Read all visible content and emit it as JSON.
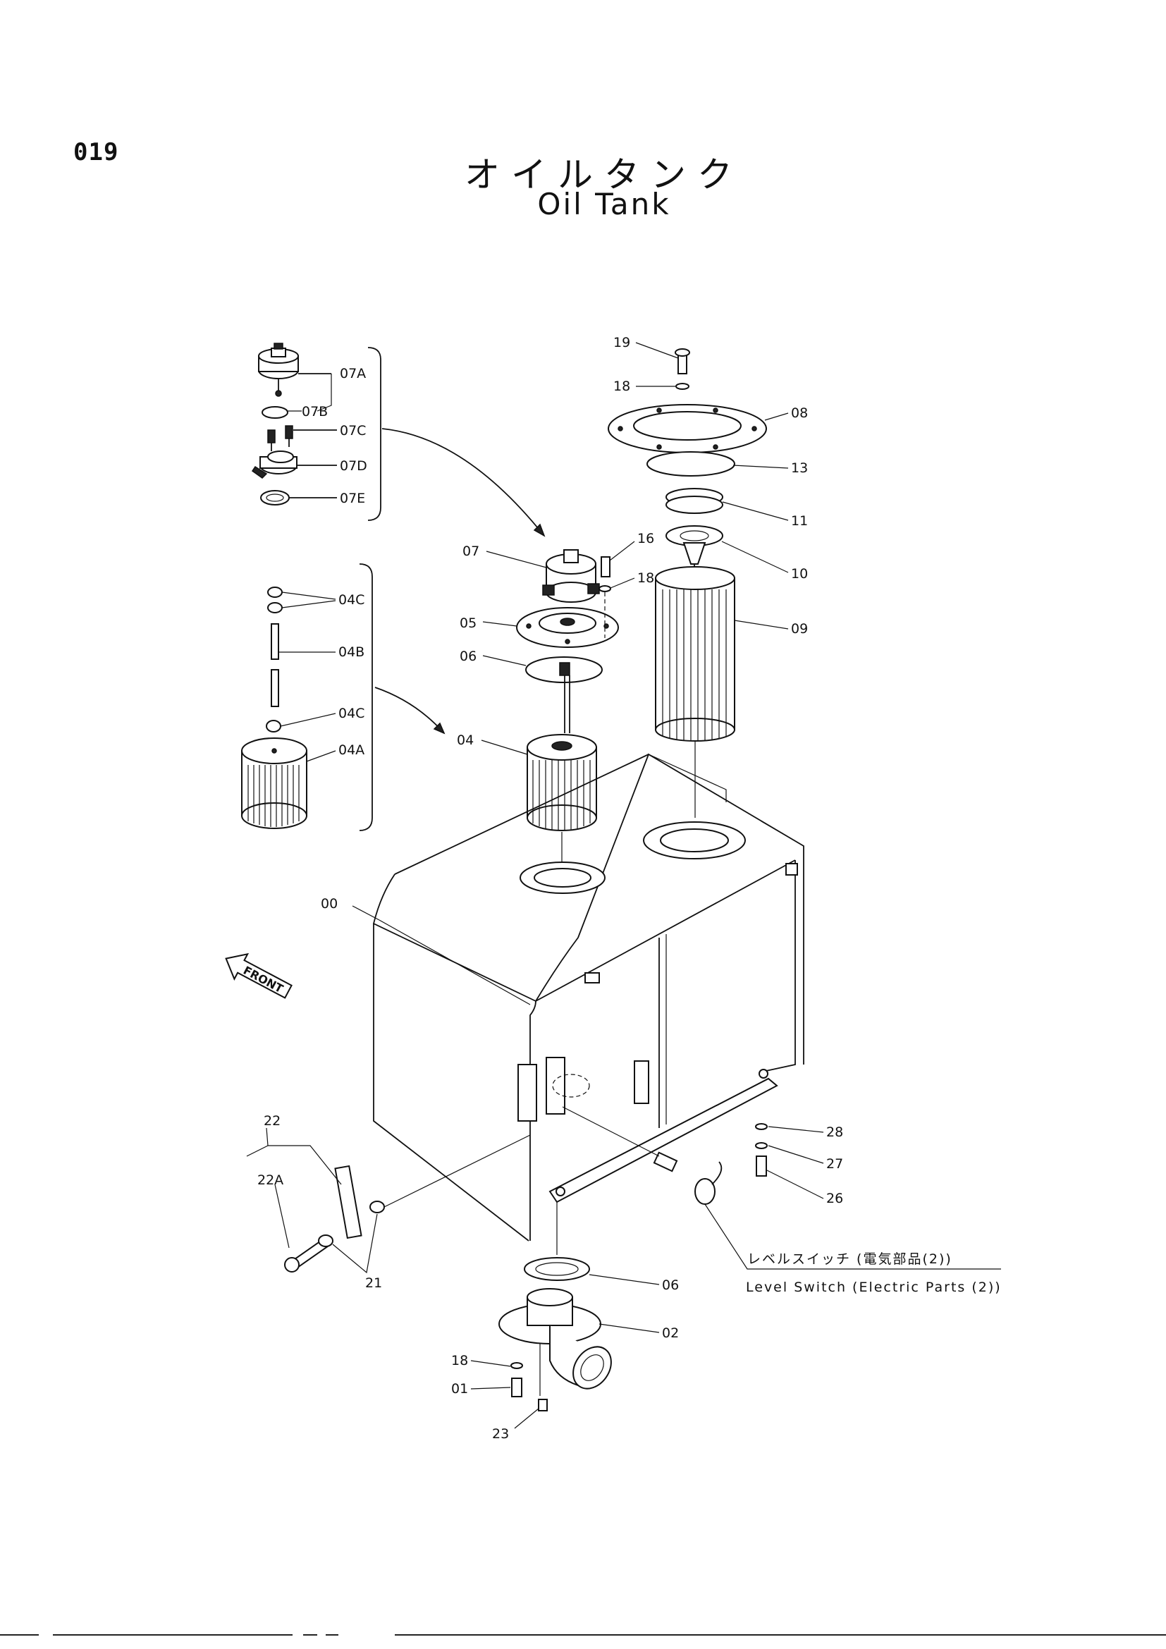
{
  "page_number": "019",
  "title": {
    "japanese": "オイルタンク",
    "english": "Oil Tank"
  },
  "front_arrow_label": "FRONT",
  "level_switch_note": {
    "japanese": "レベルスイッチ (電気部品(2))",
    "english": "Level Switch (Electric Parts (2))"
  },
  "callouts": {
    "p07A": "07A",
    "p07B": "07B",
    "p07C": "07C",
    "p07D": "07D",
    "p07E": "07E",
    "p04C_top": "04C",
    "p04B": "04B",
    "p04C_bottom": "04C",
    "p04A": "04A",
    "p19": "19",
    "p18_top": "18",
    "p08": "08",
    "p13": "13",
    "p11": "11",
    "p10": "10",
    "p16": "16",
    "p18_mid": "18",
    "p09": "09",
    "p07": "07",
    "p05": "05",
    "p06_top": "06",
    "p04": "04",
    "p00": "00",
    "p28": "28",
    "p27": "27",
    "p26": "26",
    "p22": "22",
    "p22A": "22A",
    "p21": "21",
    "p06_bottom": "06",
    "p02": "02",
    "p18_bottom": "18",
    "p01": "01",
    "p23": "23"
  }
}
